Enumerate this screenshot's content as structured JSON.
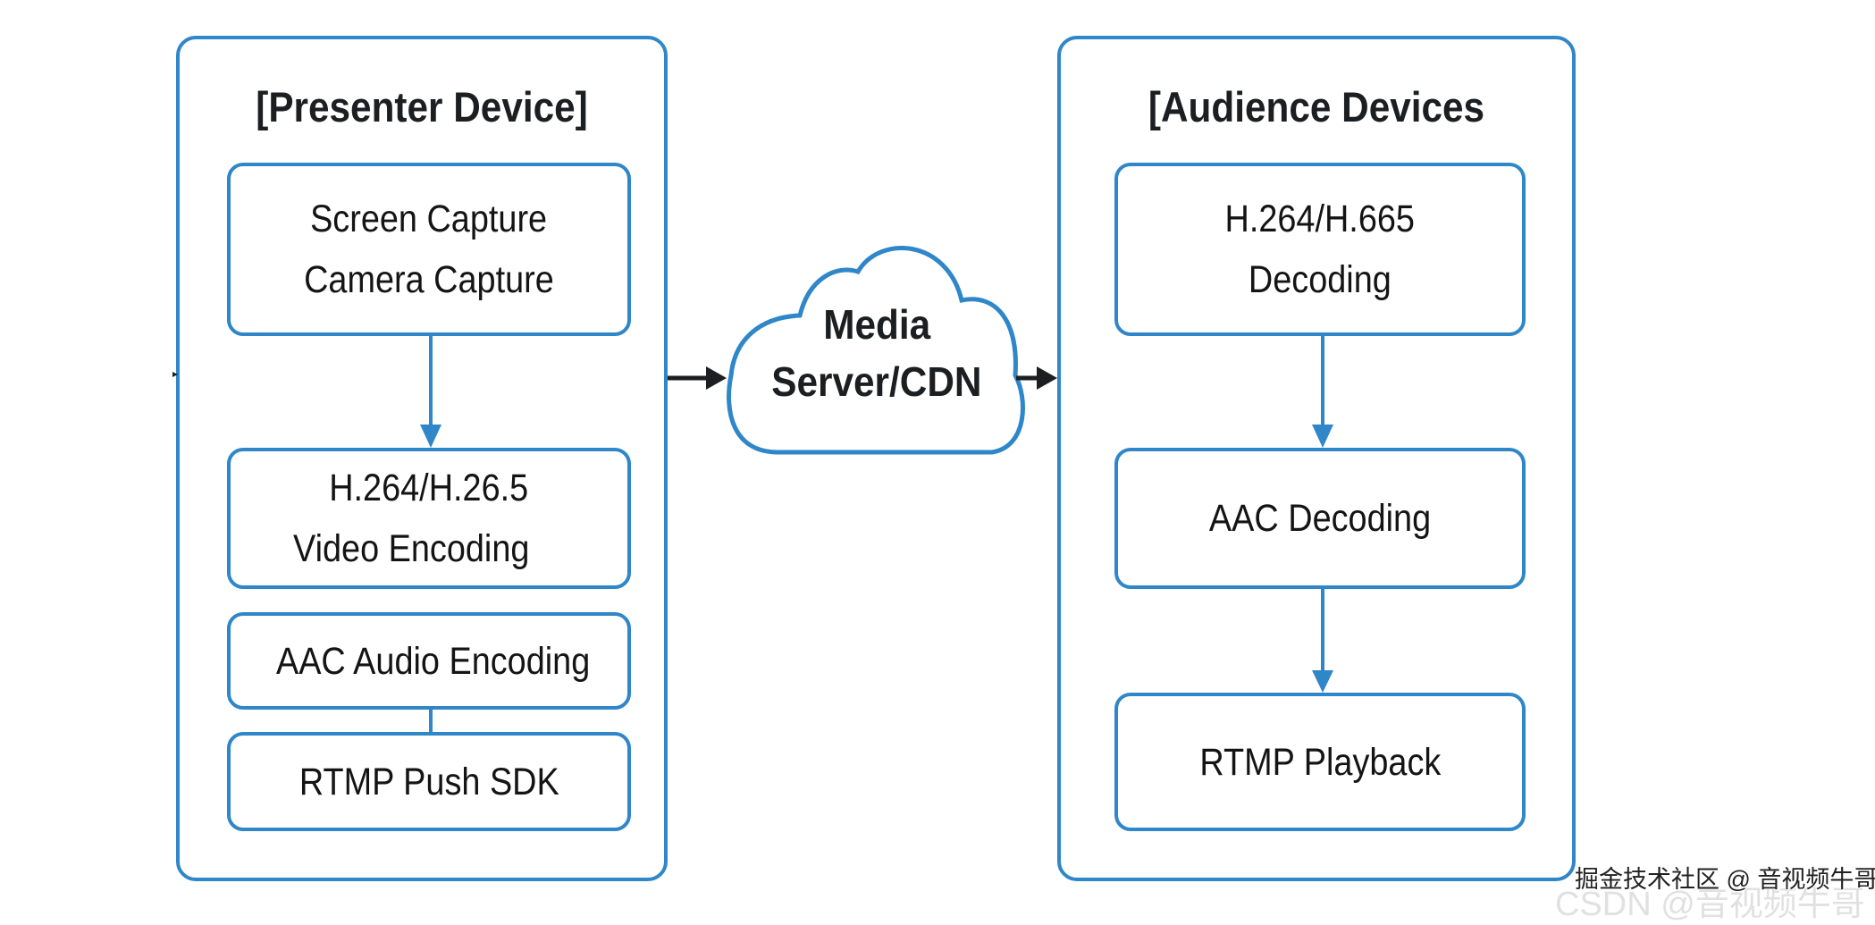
{
  "presenter": {
    "title": "[Presenter Device]",
    "nodes": [
      {
        "lines": [
          "Screen Capture",
          "Camera Capture"
        ]
      },
      {
        "lines": [
          "H.264/H.26.5",
          "Video Encoding"
        ]
      },
      {
        "lines": [
          "AAC Audio Encoding"
        ]
      },
      {
        "lines": [
          "RTMP Push SDK"
        ]
      }
    ]
  },
  "server": {
    "icon": "cloud-icon",
    "lines": [
      "Media",
      "Server/CDN"
    ]
  },
  "audience": {
    "title": "[Audience Devices",
    "nodes": [
      {
        "lines": [
          "H.264/H.665",
          "Decoding"
        ]
      },
      {
        "lines": [
          "AAC Decoding"
        ]
      },
      {
        "lines": [
          "RTMP Playback"
        ]
      }
    ]
  },
  "watermark": {
    "primary": "掘金技术社区 @ 音视频牛哥",
    "secondary": "CSDN @音视频牛哥"
  },
  "colors": {
    "accent": "#2f86c8",
    "arrow_dark": "#1b1f22",
    "text": "#161a1d"
  }
}
